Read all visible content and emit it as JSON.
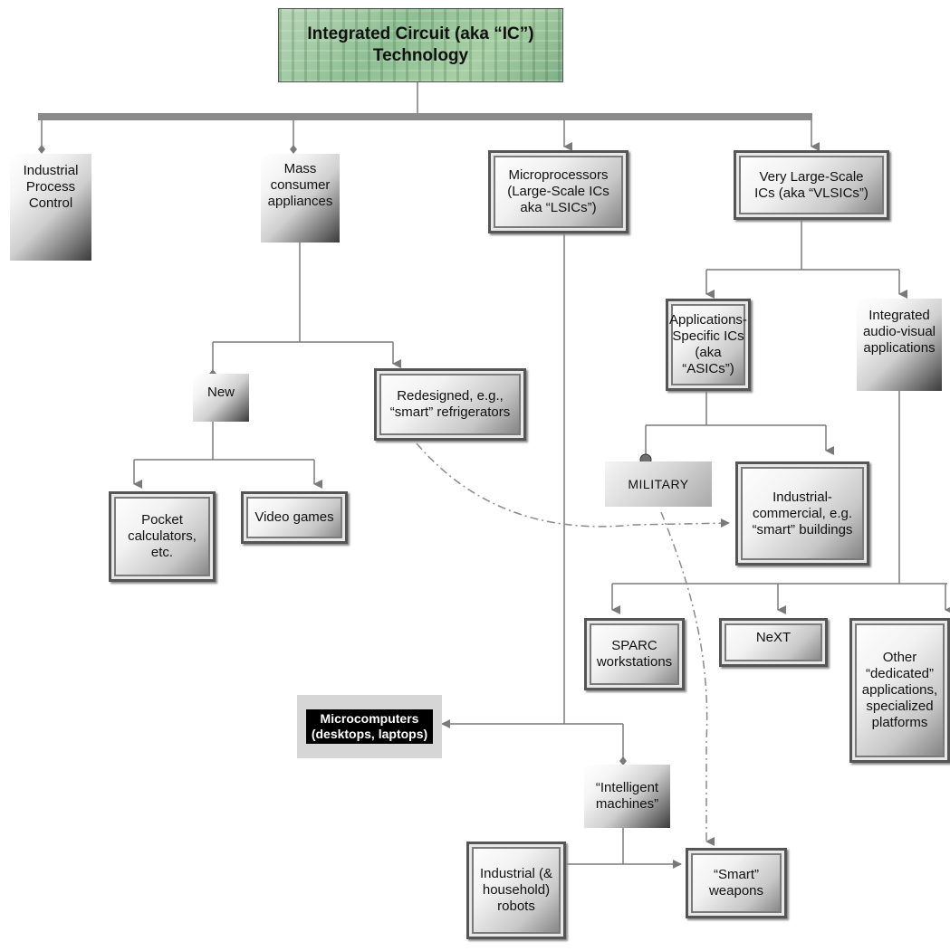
{
  "title": "Integrated Circuit (aka “IC”)\nTechnology",
  "nodes": {
    "industrial_process_control": "Industrial\nProcess\nControl",
    "mass_consumer_appliances": "Mass\nconsumer\nappliances",
    "microprocessors": "Microprocessors\n(Large-Scale ICs\naka “LSICs”)",
    "vlsics": "Very Large-Scale\nICs (aka “VLSICs”)",
    "asics": "Applications-\nSpecific ICs\n(aka “ASICs”)",
    "integrated_av": "Integrated\naudio-visual\napplications",
    "new": "New",
    "redesigned": "Redesigned, e.g.,\n“smart” refrigerators",
    "military": "MILITARY",
    "industrial_commercial": "Industrial-\ncommercial, e.g.\n“smart” buildings",
    "pocket_calculators": "Pocket\ncalculators,\netc.",
    "video_games": "Video games",
    "sparc": "SPARC\nworkstations",
    "next": "NeXT",
    "other_dedicated": "Other\n“dedicated”\napplications,\nspecialized\nplatforms",
    "microcomputers": "Microcomputers\n(desktops, laptops)",
    "intelligent_machines": "“Intelligent\nmachines”",
    "robots": "Industrial (&\nhousehold)\nrobots",
    "smart_weapons": "“Smart”\nweapons"
  },
  "colors": {
    "connector": "#7a7a7a",
    "title_fill": "#9cc79f",
    "microcomputers_label_bg": "#000000",
    "microcomputers_box_bg": "#d6d6d6"
  }
}
